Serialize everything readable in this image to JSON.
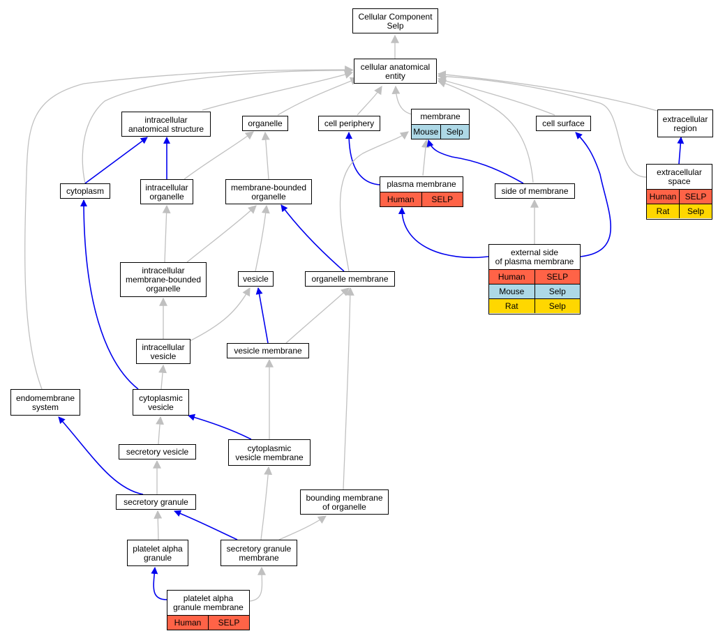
{
  "colors": {
    "blue_edge": "#0000ee",
    "gray_edge": "#c0c0c0",
    "Human": "#ff6347",
    "Mouse": "#add8e6",
    "Rat": "#ffd700"
  },
  "nodes": {
    "root": {
      "lines": [
        "Cellular Component",
        "Selp"
      ]
    },
    "cae": {
      "lines": [
        "cellular anatomical",
        "entity"
      ]
    },
    "ias": {
      "lines": [
        "intracellular",
        "anatomical structure"
      ]
    },
    "organelle": {
      "lines": [
        "organelle"
      ]
    },
    "cellperiph": {
      "lines": [
        "cell periphery"
      ]
    },
    "membrane": {
      "lines": [
        "membrane"
      ],
      "rows": [
        [
          {
            "text": "Mouse",
            "species": "Mouse"
          },
          {
            "text": "Selp",
            "species": "Mouse"
          }
        ]
      ]
    },
    "cellsurf": {
      "lines": [
        "cell surface"
      ]
    },
    "ecregion": {
      "lines": [
        "extracellular",
        "region"
      ]
    },
    "cytoplasm": {
      "lines": [
        "cytoplasm"
      ]
    },
    "icorg": {
      "lines": [
        "intracellular",
        "organelle"
      ]
    },
    "mbo": {
      "lines": [
        "membrane-bounded",
        "organelle"
      ]
    },
    "plasmamem": {
      "lines": [
        "plasma membrane"
      ],
      "rows": [
        [
          {
            "text": "Human",
            "species": "Human"
          },
          {
            "text": "SELP",
            "species": "Human"
          }
        ]
      ]
    },
    "sideofmem": {
      "lines": [
        "side of membrane"
      ]
    },
    "ecspace": {
      "lines": [
        "extracellular",
        "space"
      ],
      "rows": [
        [
          {
            "text": "Human",
            "species": "Human"
          },
          {
            "text": "SELP",
            "species": "Human"
          }
        ],
        [
          {
            "text": "Rat",
            "species": "Rat"
          },
          {
            "text": "Selp",
            "species": "Rat"
          }
        ]
      ]
    },
    "icmbo": {
      "lines": [
        "intracellular",
        "membrane-bounded",
        "organelle"
      ]
    },
    "vesicle": {
      "lines": [
        "vesicle"
      ]
    },
    "orgmem": {
      "lines": [
        "organelle membrane"
      ]
    },
    "extside": {
      "lines": [
        "external side",
        "of plasma membrane"
      ],
      "rows": [
        [
          {
            "text": "Human",
            "species": "Human"
          },
          {
            "text": "SELP",
            "species": "Human"
          }
        ],
        [
          {
            "text": "Mouse",
            "species": "Mouse"
          },
          {
            "text": "Selp",
            "species": "Mouse"
          }
        ],
        [
          {
            "text": "Rat",
            "species": "Rat"
          },
          {
            "text": "Selp",
            "species": "Rat"
          }
        ]
      ]
    },
    "icves": {
      "lines": [
        "intracellular",
        "vesicle"
      ]
    },
    "vesmem": {
      "lines": [
        "vesicle membrane"
      ]
    },
    "endomem": {
      "lines": [
        "endomembrane",
        "system"
      ]
    },
    "cytoves": {
      "lines": [
        "cytoplasmic",
        "vesicle"
      ]
    },
    "secves": {
      "lines": [
        "secretory vesicle"
      ]
    },
    "cytovesmem": {
      "lines": [
        "cytoplasmic",
        "vesicle membrane"
      ]
    },
    "secgran": {
      "lines": [
        "secretory granule"
      ]
    },
    "boundmem": {
      "lines": [
        "bounding membrane",
        "of organelle"
      ]
    },
    "platgran": {
      "lines": [
        "platelet alpha",
        "granule"
      ]
    },
    "secgranmem": {
      "lines": [
        "secretory granule",
        "membrane"
      ]
    },
    "platgranmem": {
      "lines": [
        "platelet alpha",
        "granule membrane"
      ],
      "rows": [
        [
          {
            "text": "Human",
            "species": "Human"
          },
          {
            "text": "SELP",
            "species": "Human"
          }
        ]
      ]
    }
  },
  "edges": [
    {
      "from": "cae",
      "to": "root",
      "type": "gray"
    },
    {
      "from": "ias",
      "to": "cae",
      "type": "gray"
    },
    {
      "from": "organelle",
      "to": "cae",
      "type": "gray"
    },
    {
      "from": "cellperiph",
      "to": "cae",
      "type": "gray"
    },
    {
      "from": "membrane",
      "to": "cae",
      "type": "gray"
    },
    {
      "from": "cellsurf",
      "to": "cae",
      "type": "gray"
    },
    {
      "from": "ecregion",
      "to": "cae",
      "type": "gray"
    },
    {
      "from": "cytoplasm",
      "to": "cae",
      "type": "gray"
    },
    {
      "from": "endomem",
      "to": "cae",
      "type": "gray"
    },
    {
      "from": "ecspace",
      "to": "cae",
      "type": "gray"
    },
    {
      "from": "sideofmem",
      "to": "cae",
      "type": "gray"
    },
    {
      "from": "cytoplasm",
      "to": "ias",
      "type": "blue"
    },
    {
      "from": "icorg",
      "to": "ias",
      "type": "blue"
    },
    {
      "from": "icorg",
      "to": "organelle",
      "type": "gray"
    },
    {
      "from": "mbo",
      "to": "organelle",
      "type": "gray"
    },
    {
      "from": "plasmamem",
      "to": "cellperiph",
      "type": "blue"
    },
    {
      "from": "plasmamem",
      "to": "membrane",
      "type": "gray"
    },
    {
      "from": "sideofmem",
      "to": "membrane",
      "type": "blue"
    },
    {
      "from": "orgmem",
      "to": "membrane",
      "type": "gray"
    },
    {
      "from": "extside",
      "to": "cellsurf",
      "type": "blue"
    },
    {
      "from": "ecspace",
      "to": "ecregion",
      "type": "blue"
    },
    {
      "from": "icmbo",
      "to": "icorg",
      "type": "gray"
    },
    {
      "from": "icmbo",
      "to": "mbo",
      "type": "gray"
    },
    {
      "from": "vesicle",
      "to": "mbo",
      "type": "gray"
    },
    {
      "from": "orgmem",
      "to": "mbo",
      "type": "blue"
    },
    {
      "from": "extside",
      "to": "plasmamem",
      "type": "blue"
    },
    {
      "from": "extside",
      "to": "sideofmem",
      "type": "gray"
    },
    {
      "from": "icves",
      "to": "icmbo",
      "type": "gray"
    },
    {
      "from": "icves",
      "to": "vesicle",
      "type": "gray"
    },
    {
      "from": "vesmem",
      "to": "vesicle",
      "type": "blue"
    },
    {
      "from": "vesmem",
      "to": "orgmem",
      "type": "gray"
    },
    {
      "from": "boundmem",
      "to": "orgmem",
      "type": "gray"
    },
    {
      "from": "cytoves",
      "to": "icves",
      "type": "gray"
    },
    {
      "from": "cytoves",
      "to": "cytoplasm",
      "type": "blue"
    },
    {
      "from": "cytovesmem",
      "to": "vesmem",
      "type": "gray"
    },
    {
      "from": "cytovesmem",
      "to": "cytoves",
      "type": "blue"
    },
    {
      "from": "secves",
      "to": "cytoves",
      "type": "gray"
    },
    {
      "from": "secgran",
      "to": "secves",
      "type": "gray"
    },
    {
      "from": "secgran",
      "to": "endomem",
      "type": "blue"
    },
    {
      "from": "secgranmem",
      "to": "cytovesmem",
      "type": "gray"
    },
    {
      "from": "secgranmem",
      "to": "boundmem",
      "type": "gray"
    },
    {
      "from": "secgranmem",
      "to": "secgran",
      "type": "blue"
    },
    {
      "from": "platgran",
      "to": "secgran",
      "type": "gray"
    },
    {
      "from": "platgranmem",
      "to": "platgran",
      "type": "blue"
    },
    {
      "from": "platgranmem",
      "to": "secgranmem",
      "type": "gray"
    }
  ]
}
